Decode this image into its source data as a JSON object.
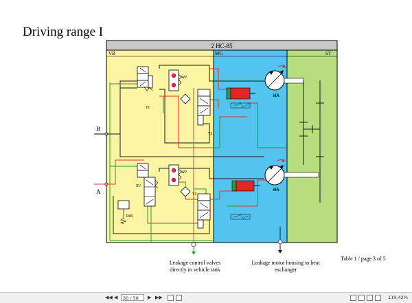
{
  "page": {
    "title": "Driving range I",
    "table_ref": "Table 1 / page 3 of 5"
  },
  "diagram": {
    "header": "2 HC-85",
    "zones": {
      "vb": "VB",
      "mg": "MG",
      "st": "ST"
    },
    "labels": {
      "b": "B",
      "a": "A",
      "wv_top": "WV",
      "wv_bottom": "WV",
      "y1": "Y1",
      "y2": "Y2",
      "y3": "Y3",
      "sv": "SV",
      "dav": "DAV",
      "ha_top": "HA",
      "ha_bottom": "HA"
    },
    "notes": {
      "leakage_left": "Leakage control valves directly in vehicle tank",
      "leakage_right": "Leakage motor housing to heat exchanger"
    },
    "colors": {
      "vb": "#fbf4a2",
      "mg": "#53c3f0",
      "st": "#b8dc80",
      "header": "#c8c8c8",
      "line_red": "#d4343c",
      "line_green": "#2f9a3a",
      "line_black": "#1a1a1a",
      "cylinder": "#e02828"
    }
  },
  "viewer": {
    "prev_first_icon": "first-page-icon",
    "prev_icon": "previous-page-icon",
    "page_input": "30 / 58",
    "next_icon": "next-page-icon",
    "last_icon": "last-page-icon",
    "zoom": "119.42%"
  }
}
